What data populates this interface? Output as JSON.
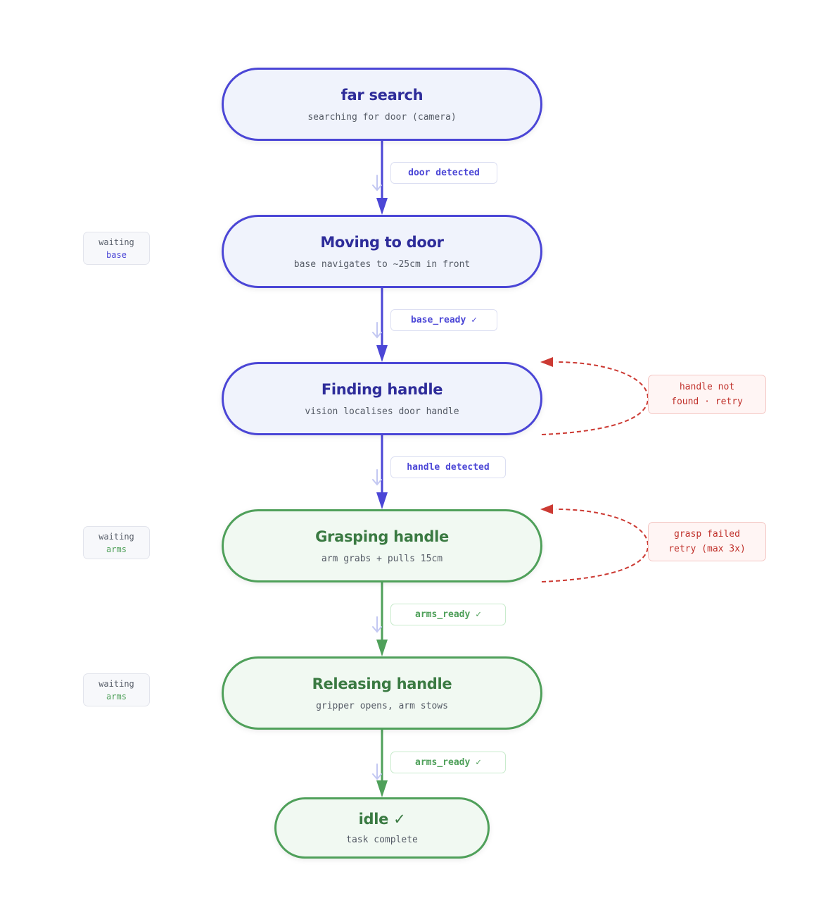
{
  "states": [
    {
      "id": "far-search",
      "title": "far search",
      "subtitle": "searching for door (camera)",
      "color": "blue"
    },
    {
      "id": "moving-to-door",
      "title": "Moving to door",
      "subtitle": "base navigates to ~25cm in front",
      "color": "blue"
    },
    {
      "id": "finding-handle",
      "title": "Finding handle",
      "subtitle": "vision localises door handle",
      "color": "blue"
    },
    {
      "id": "grasping-handle",
      "title": "Grasping handle",
      "subtitle": "arm grabs + pulls 15cm",
      "color": "green"
    },
    {
      "id": "releasing-handle",
      "title": "Releasing handle",
      "subtitle": "gripper opens, arm stows",
      "color": "green"
    },
    {
      "id": "idle",
      "title": "idle ✓",
      "subtitle": "task complete",
      "color": "green"
    }
  ],
  "transitions": [
    {
      "from": "far-search",
      "to": "moving-to-door",
      "label": "door detected",
      "color": "blue"
    },
    {
      "from": "moving-to-door",
      "to": "finding-handle",
      "label": "base_ready ✓",
      "color": "blue"
    },
    {
      "from": "finding-handle",
      "to": "grasping-handle",
      "label": "handle detected",
      "color": "blue"
    },
    {
      "from": "grasping-handle",
      "to": "releasing-handle",
      "label": "arms_ready ✓",
      "color": "green"
    },
    {
      "from": "releasing-handle",
      "to": "idle",
      "label": "arms_ready ✓",
      "color": "green"
    }
  ],
  "waiting": [
    {
      "state": "moving-to-door",
      "label": "waiting",
      "who": "base",
      "color": "blue"
    },
    {
      "state": "grasping-handle",
      "label": "waiting",
      "who": "arms",
      "color": "green"
    },
    {
      "state": "releasing-handle",
      "label": "waiting",
      "who": "arms",
      "color": "green"
    }
  ],
  "retries": [
    {
      "state": "finding-handle",
      "lines": [
        "handle not",
        "found · retry"
      ]
    },
    {
      "state": "grasping-handle",
      "lines": [
        "grasp failed",
        "retry (max 3x)"
      ]
    }
  ],
  "colors": {
    "blue": "#4b46d6",
    "green": "#4fa05a",
    "retry": "#cc3a33",
    "flow_hint": "#c3c8f2"
  }
}
